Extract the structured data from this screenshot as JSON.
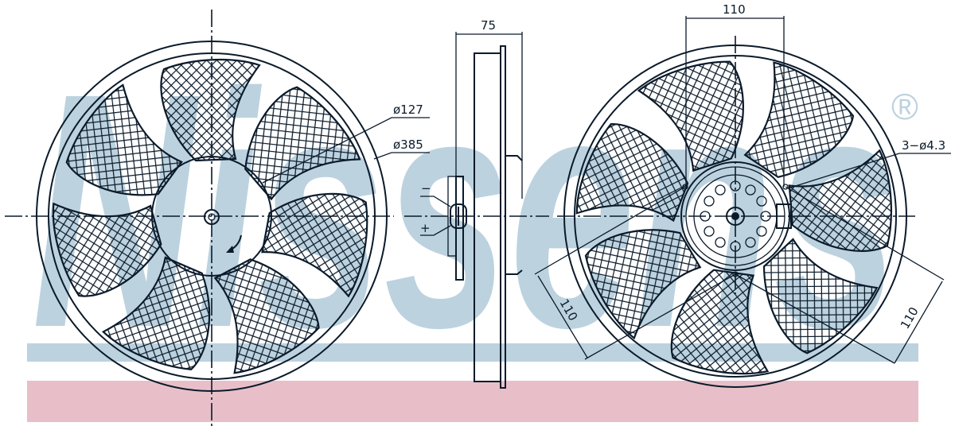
{
  "watermark": {
    "brand_text": "Nissens",
    "registered_mark": "®",
    "brand_color": "#bcd2df",
    "stripe_blue_color": "#bcd2df",
    "stripe_pink_color": "#e8bfc8"
  },
  "front_view": {
    "labels": {
      "hub_diameter": "ø127",
      "outer_diameter": "ø385"
    },
    "rotation_arrow": "counter-clockwise-arrow",
    "blade_count": 7
  },
  "side_view": {
    "labels": {
      "depth": "75",
      "minus_terminal": "−",
      "plus_terminal": "+"
    }
  },
  "rear_view": {
    "labels": {
      "top_spacing": "110",
      "mount_holes": "3−ø4.3",
      "left_spacing": "110",
      "right_spacing": "110"
    },
    "blade_count": 7
  },
  "colors": {
    "line": "#0a1a2a",
    "background": "#ffffff"
  }
}
